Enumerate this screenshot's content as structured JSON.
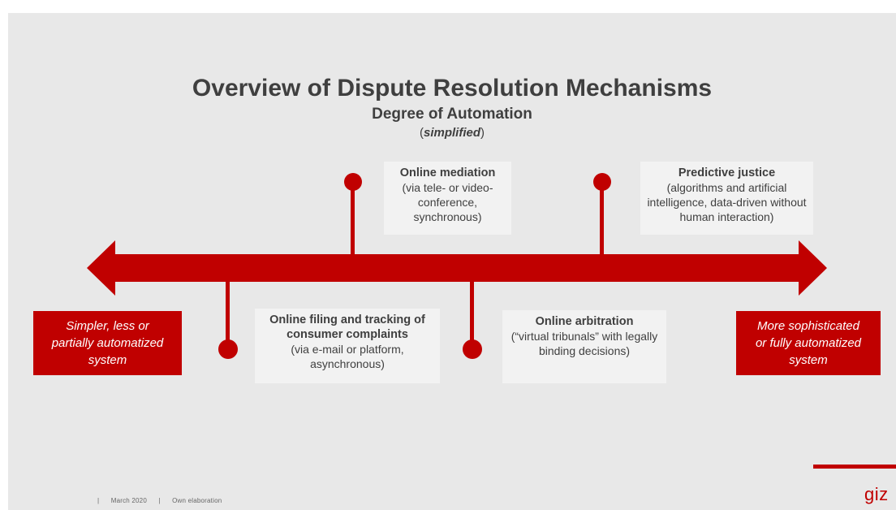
{
  "title": "Overview of Dispute Resolution Mechanisms",
  "subtitle": "Degree of Automation",
  "subnote": {
    "open": "(",
    "emph": "simplified",
    "close": ")"
  },
  "left_end": {
    "line1": "Simpler, less or",
    "line2": "partially automatized",
    "line3": "system"
  },
  "right_end": {
    "line1": "More sophisticated",
    "line2": "or fully automatized",
    "line3": "system"
  },
  "mechanisms": [
    {
      "title": "Online filing and tracking of consumer complaints",
      "detail": "(via e-mail or platform, asynchronous)"
    },
    {
      "title": "Online mediation",
      "detail": "(via tele- or video-conference, synchronous)"
    },
    {
      "title": "Online arbitration",
      "detail": "(“virtual tribunals” with legally binding decisions)"
    },
    {
      "title": "Predictive justice",
      "detail": "(algorithms and artificial intelligence, data-driven without human interaction)"
    }
  ],
  "footer": {
    "sep": "|",
    "date": "March 2020",
    "source": "Own elaboration"
  },
  "logo": "giz",
  "colors": {
    "accent": "#c00000",
    "background": "#e8e8e8",
    "text": "#3f3f3f"
  }
}
